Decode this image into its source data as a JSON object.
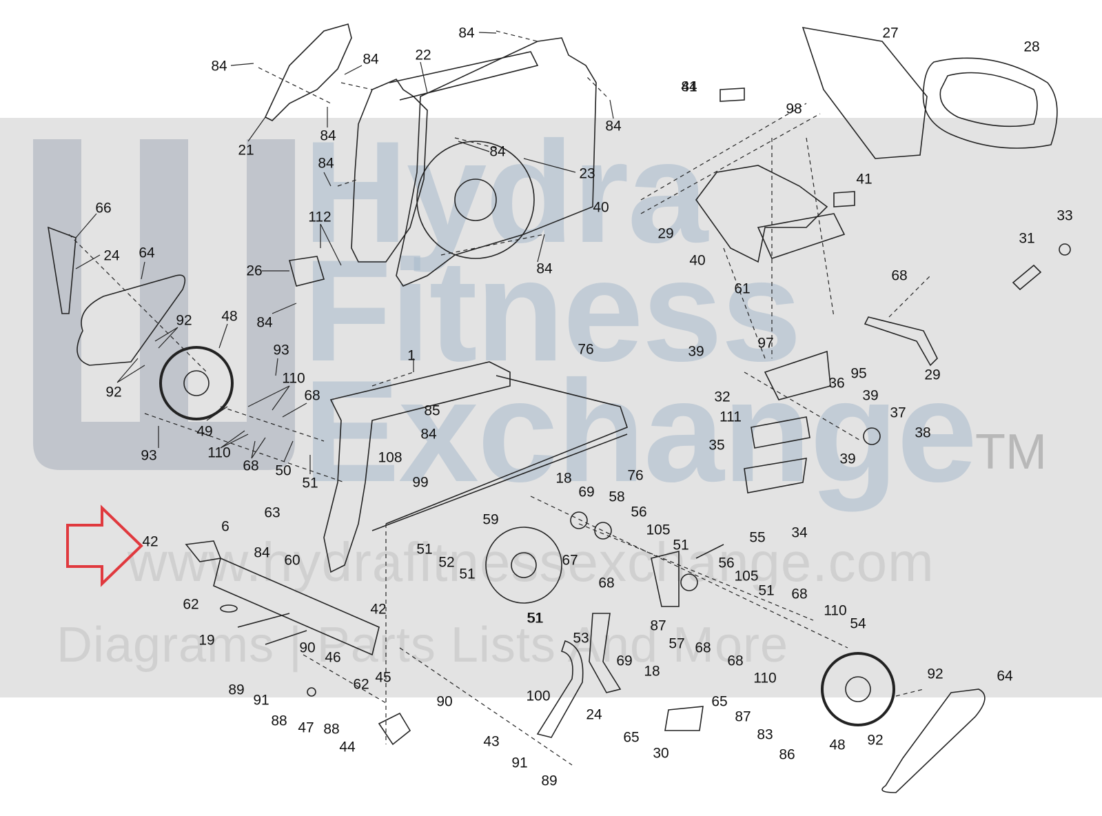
{
  "diagram": {
    "watermark": {
      "line1": "Hydra",
      "line2": "Fitness",
      "line3": "Exchange",
      "trademark": "TM",
      "url": "www.hydrafitnessexchange.com",
      "tagline": "Diagrams | Parts Lists And More"
    },
    "callouts": [
      {
        "id": "c1",
        "label": "84"
      },
      {
        "id": "c2",
        "label": "84"
      },
      {
        "id": "c3",
        "label": "84"
      },
      {
        "id": "c4",
        "label": "84"
      },
      {
        "id": "c5",
        "label": "21"
      },
      {
        "id": "c6",
        "label": "22"
      },
      {
        "id": "c7",
        "label": "84"
      },
      {
        "id": "c8",
        "label": "84"
      },
      {
        "id": "c9",
        "label": "84"
      },
      {
        "id": "c10",
        "label": "23"
      },
      {
        "id": "c11",
        "label": "84"
      },
      {
        "id": "c12",
        "label": "112"
      },
      {
        "id": "c13",
        "label": "26"
      },
      {
        "id": "c14",
        "label": "84"
      },
      {
        "id": "c15",
        "label": "84"
      },
      {
        "id": "c16",
        "label": "66"
      },
      {
        "id": "c17",
        "label": "24"
      },
      {
        "id": "c18",
        "label": "64"
      },
      {
        "id": "c19",
        "label": "92"
      },
      {
        "id": "c20",
        "label": "48"
      },
      {
        "id": "c21",
        "label": "92"
      },
      {
        "id": "c22",
        "label": "93"
      },
      {
        "id": "c23",
        "label": "110"
      },
      {
        "id": "c24",
        "label": "68"
      },
      {
        "id": "c25",
        "label": "49"
      },
      {
        "id": "c26",
        "label": "110"
      },
      {
        "id": "c27",
        "label": "68"
      },
      {
        "id": "c28",
        "label": "50"
      },
      {
        "id": "c29",
        "label": "51"
      },
      {
        "id": "c30",
        "label": "93"
      },
      {
        "id": "c31",
        "label": "1"
      },
      {
        "id": "c32",
        "label": "85"
      },
      {
        "id": "c33",
        "label": "84"
      },
      {
        "id": "c34",
        "label": "108"
      },
      {
        "id": "c35",
        "label": "99"
      },
      {
        "id": "c36",
        "label": "76"
      },
      {
        "id": "c37",
        "label": "76"
      },
      {
        "id": "c38",
        "label": "41"
      },
      {
        "id": "c39",
        "label": "27"
      },
      {
        "id": "c40",
        "label": "28"
      },
      {
        "id": "c41",
        "label": "98"
      },
      {
        "id": "c42",
        "label": "41"
      },
      {
        "id": "c43",
        "label": "40"
      },
      {
        "id": "c44",
        "label": "29"
      },
      {
        "id": "c45",
        "label": "40"
      },
      {
        "id": "c46",
        "label": "61"
      },
      {
        "id": "c47",
        "label": "33"
      },
      {
        "id": "c48",
        "label": "31"
      },
      {
        "id": "c49",
        "label": "68"
      },
      {
        "id": "c50",
        "label": "97"
      },
      {
        "id": "c51",
        "label": "95"
      },
      {
        "id": "c52",
        "label": "29"
      },
      {
        "id": "c53",
        "label": "39"
      },
      {
        "id": "c54",
        "label": "32"
      },
      {
        "id": "c55",
        "label": "36"
      },
      {
        "id": "c56",
        "label": "39"
      },
      {
        "id": "c57",
        "label": "111"
      },
      {
        "id": "c58",
        "label": "37"
      },
      {
        "id": "c59",
        "label": "38"
      },
      {
        "id": "c60",
        "label": "35"
      },
      {
        "id": "c61",
        "label": "39"
      },
      {
        "id": "c62",
        "label": "34"
      },
      {
        "id": "c63",
        "label": "18"
      },
      {
        "id": "c64",
        "label": "69"
      },
      {
        "id": "c65",
        "label": "58"
      },
      {
        "id": "c66",
        "label": "56"
      },
      {
        "id": "c67",
        "label": "105"
      },
      {
        "id": "c68",
        "label": "59"
      },
      {
        "id": "c69",
        "label": "63"
      },
      {
        "id": "c70",
        "label": "42"
      },
      {
        "id": "c71",
        "label": "6"
      },
      {
        "id": "c72",
        "label": "84"
      },
      {
        "id": "c73",
        "label": "60"
      },
      {
        "id": "c74",
        "label": "51"
      },
      {
        "id": "c75",
        "label": "52"
      },
      {
        "id": "c76",
        "label": "51"
      },
      {
        "id": "c77",
        "label": "67"
      },
      {
        "id": "c78",
        "label": "51"
      },
      {
        "id": "c79",
        "label": "55"
      },
      {
        "id": "c80",
        "label": "51"
      },
      {
        "id": "c81",
        "label": "56"
      },
      {
        "id": "c82",
        "label": "105"
      },
      {
        "id": "c83",
        "label": "51"
      },
      {
        "id": "c84",
        "label": "68"
      },
      {
        "id": "c85",
        "label": "68"
      },
      {
        "id": "c86",
        "label": "110"
      },
      {
        "id": "c87",
        "label": "54"
      },
      {
        "id": "c88",
        "label": "62"
      },
      {
        "id": "c89",
        "label": "19"
      },
      {
        "id": "c90",
        "label": "42"
      },
      {
        "id": "c91",
        "label": "51"
      },
      {
        "id": "c92",
        "label": "53"
      },
      {
        "id": "c93",
        "label": "87"
      },
      {
        "id": "c94",
        "label": "57"
      },
      {
        "id": "c95",
        "label": "68"
      },
      {
        "id": "c96",
        "label": "69"
      },
      {
        "id": "c97",
        "label": "18"
      },
      {
        "id": "c98",
        "label": "68"
      },
      {
        "id": "c99",
        "label": "110"
      },
      {
        "id": "c100",
        "label": "90"
      },
      {
        "id": "c101",
        "label": "46"
      },
      {
        "id": "c102",
        "label": "62"
      },
      {
        "id": "c103",
        "label": "45"
      },
      {
        "id": "c104",
        "label": "89"
      },
      {
        "id": "c105",
        "label": "91"
      },
      {
        "id": "c106",
        "label": "88"
      },
      {
        "id": "c107",
        "label": "47"
      },
      {
        "id": "c108",
        "label": "88"
      },
      {
        "id": "c109",
        "label": "90"
      },
      {
        "id": "c110",
        "label": "44"
      },
      {
        "id": "c111",
        "label": "100"
      },
      {
        "id": "c112",
        "label": "24"
      },
      {
        "id": "c113",
        "label": "43"
      },
      {
        "id": "c114",
        "label": "91"
      },
      {
        "id": "c115",
        "label": "89"
      },
      {
        "id": "c116",
        "label": "65"
      },
      {
        "id": "c117",
        "label": "65"
      },
      {
        "id": "c118",
        "label": "30"
      },
      {
        "id": "c119",
        "label": "87"
      },
      {
        "id": "c120",
        "label": "83"
      },
      {
        "id": "c121",
        "label": "86"
      },
      {
        "id": "c122",
        "label": "92"
      },
      {
        "id": "c123",
        "label": "64"
      },
      {
        "id": "c124",
        "label": "48"
      },
      {
        "id": "c125",
        "label": "92"
      }
    ]
  }
}
